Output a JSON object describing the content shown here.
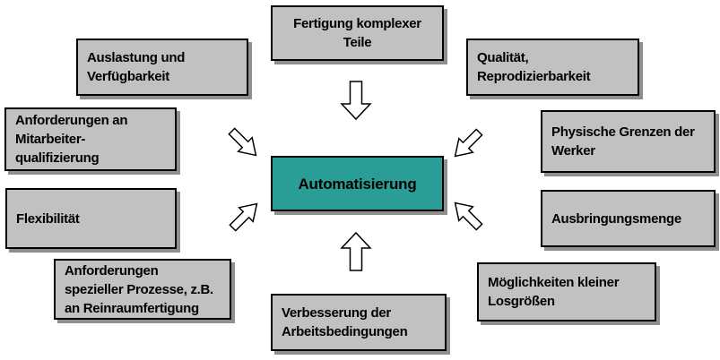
{
  "diagram": {
    "center": {
      "label": "Automatisierung"
    },
    "factors": {
      "fertigung": {
        "lines": [
          "Fertigung komplexer",
          "Teile"
        ]
      },
      "auslastung": {
        "lines": [
          "Auslastung und",
          "Verfügbarkeit"
        ]
      },
      "qualitaet": {
        "lines": [
          "Qualität,",
          "Reprodizierbarkeit"
        ]
      },
      "mitarbeiter": {
        "lines": [
          "Anforderungen an",
          "Mitarbeiter-",
          "qualifizierung"
        ]
      },
      "physische": {
        "lines": [
          "Physische Grenzen der",
          "Werker"
        ]
      },
      "flexibilitaet": {
        "lines": [
          "Flexibilität"
        ]
      },
      "ausbringung": {
        "lines": [
          "Ausbringungsmenge"
        ]
      },
      "prozesse": {
        "lines": [
          "Anforderungen",
          "spezieller Prozesse, z.B.",
          "an Reinraumfertigung"
        ]
      },
      "moeglichkeiten": {
        "lines": [
          "Möglichkeiten kleiner",
          "Losgrößen"
        ]
      },
      "verbesserung": {
        "lines": [
          "Verbesserung der",
          "Arbeitsbedingungen"
        ]
      }
    },
    "arrows": [
      {
        "icon": "arrow-down-icon",
        "direction": "down"
      },
      {
        "icon": "arrow-down-right-icon",
        "direction": "down-right"
      },
      {
        "icon": "arrow-down-left-icon",
        "direction": "down-left"
      },
      {
        "icon": "arrow-up-right-icon",
        "direction": "up-right"
      },
      {
        "icon": "arrow-up-left-icon",
        "direction": "up-left"
      },
      {
        "icon": "arrow-up-icon",
        "direction": "up"
      }
    ],
    "colors": {
      "box_fill": "#C1C1C1",
      "center_fill": "#2A9D97",
      "box_border": "#000000",
      "shadow": "#8F8F8F",
      "arrow_fill": "#FFFFFF",
      "arrow_stroke": "#000000",
      "text": "#000000",
      "background": "#FFFFFF"
    }
  }
}
